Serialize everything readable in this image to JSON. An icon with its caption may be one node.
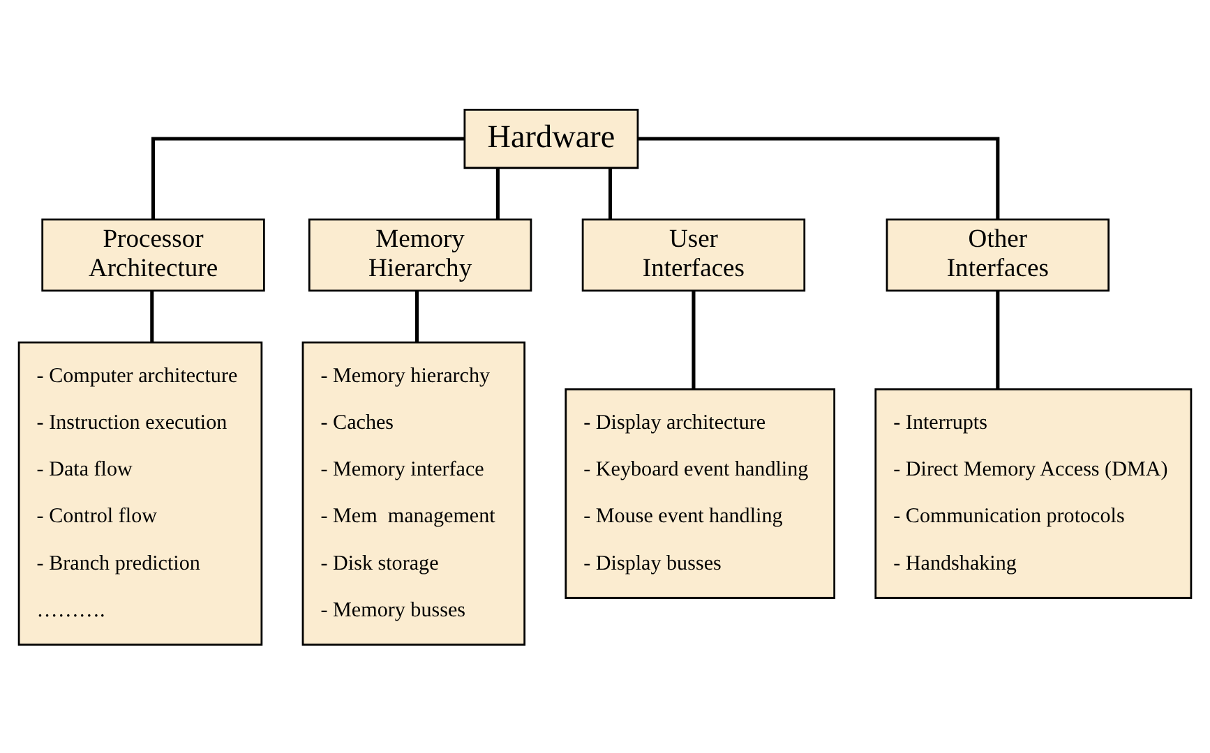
{
  "diagram": {
    "nodes": [
      {
        "text": [
          "Hardware"
        ]
      },
      {
        "text": [
          "Processor Architecture"
        ]
      },
      {
        "text": [
          "Memory Hierarchy"
        ]
      },
      {
        "text": [
          "User Interfaces"
        ]
      },
      {
        "text": [
          "Other Interfaces"
        ]
      },
      {
        "text": [
          "- Computer architecture",
          "- Instruction execution",
          "- Data flow",
          "- Control flow",
          "- Branch prediction",
          "………."
        ]
      },
      {
        "text": [
          "- Memory hierarchy",
          "- Caches",
          "- Memory interface",
          "- Mem  management",
          "- Disk storage",
          "- Memory busses"
        ]
      },
      {
        "text": [
          "- Display architecture",
          "- Keyboard event handling",
          "- Mouse event handling",
          "- Display busses"
        ]
      },
      {
        "text": [
          "- Interrupts",
          "- Direct Memory Access (DMA)",
          "- Communication protocols",
          "- Handshaking"
        ]
      }
    ],
    "edges": [
      {
        "from": 0,
        "to": 1,
        "arrow": "none"
      },
      {
        "from": 0,
        "to": 2,
        "arrow": "none"
      },
      {
        "from": 0,
        "to": 3,
        "arrow": "none"
      },
      {
        "from": 0,
        "to": 4,
        "arrow": "none"
      },
      {
        "from": 1,
        "to": 5,
        "arrow": "none"
      },
      {
        "from": 2,
        "to": 6,
        "arrow": "none"
      },
      {
        "from": 3,
        "to": 7,
        "arrow": "none"
      },
      {
        "from": 4,
        "to": 8,
        "arrow": "none"
      }
    ]
  }
}
